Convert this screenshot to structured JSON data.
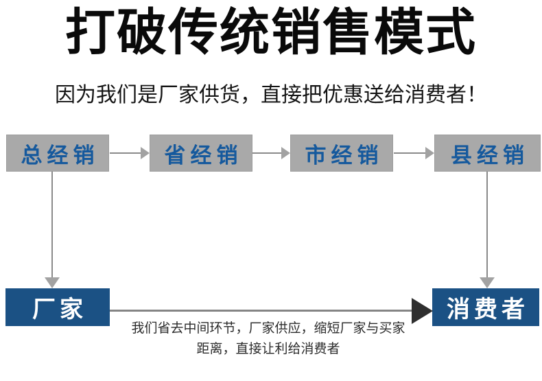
{
  "title": "打破传统销售模式",
  "subtitle": "因为我们是厂家供货，直接把优惠送给消费者！",
  "flow": {
    "distributors": [
      "总经销",
      "省经销",
      "市经销",
      "县经销"
    ],
    "factory": "厂家",
    "consumer": "消费者"
  },
  "footnote": {
    "line1": "我们省去中间环节，厂家供应，缩短厂家与买家",
    "line2": "距离，直接让利给消费者"
  },
  "colors": {
    "distributor_box": "#a9a9a9",
    "distributor_text": "#15599d",
    "solid_box": "#1b5184",
    "solid_box_text": "#ffffff",
    "arrow_gray": "#8a8a8a",
    "arrow_black": "#2f2f2f",
    "title_text": "#0a0a0a"
  }
}
